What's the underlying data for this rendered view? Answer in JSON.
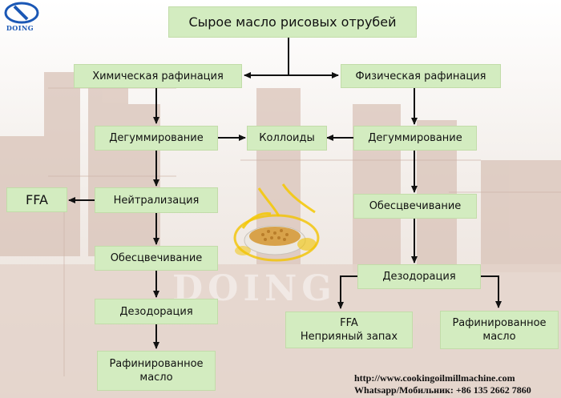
{
  "brand": {
    "logo_text": "DOING",
    "watermark_text": "DOING"
  },
  "title": "Сырое масло рисовых отрубей",
  "nodes": {
    "chem": "Химическая  рафинация",
    "phys": "Физическая рафинация",
    "chem_degum": "Дегуммирование",
    "colloids": "Коллоиды",
    "phys_degum": "Дегуммирование",
    "ffa": "FFA",
    "neutral": "Нейтрализация",
    "phys_bleach": "Обесцвечивание",
    "chem_bleach": "Обесцвечивание",
    "phys_deodor": "Дезодорация",
    "chem_deodor": "Дезодорация",
    "ffa_smell": "FFA\nНеприяный запах",
    "phys_refined": "Рафинированное\nмасло",
    "chem_refined": "Рафинированное\nмасло"
  },
  "footer": {
    "url": "http://www.cookingoilmillmachine.com",
    "contact": "Whatsapp/Мобильник: +86 135 2662 7860"
  },
  "colors": {
    "node_fill": "#d3ecc0",
    "arrow": "#111111",
    "brand_blue": "#1a57b5",
    "oil_yellow": "#f2c300"
  }
}
